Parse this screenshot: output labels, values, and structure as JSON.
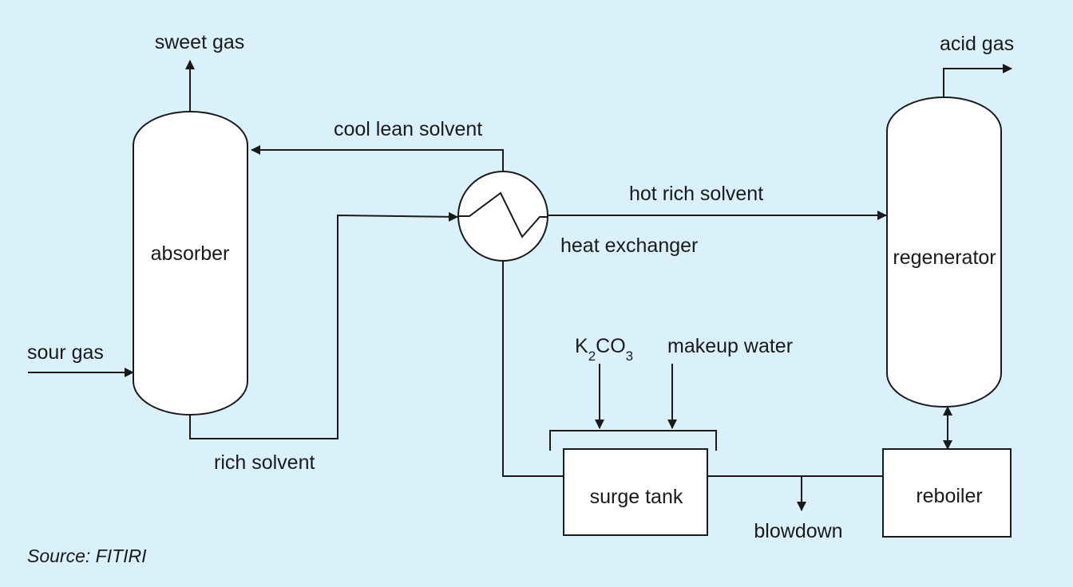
{
  "diagram": {
    "equipment": {
      "absorber": "absorber",
      "regenerator": "regenerator",
      "heat_exchanger": "heat exchanger",
      "surge_tank": "surge tank",
      "reboiler": "reboiler"
    },
    "streams": {
      "sweet_gas": "sweet gas",
      "sour_gas": "sour gas",
      "rich_solvent": "rich solvent",
      "cool_lean_solvent": "cool lean solvent",
      "hot_rich_solvent": "hot rich solvent",
      "acid_gas": "acid gas",
      "makeup_water": "makeup water",
      "blowdown": "blowdown"
    },
    "k2co3": {
      "main1": "K",
      "sub1": "2",
      "main2": "CO",
      "sub2": "3"
    },
    "source": "Source: FITIRI"
  }
}
